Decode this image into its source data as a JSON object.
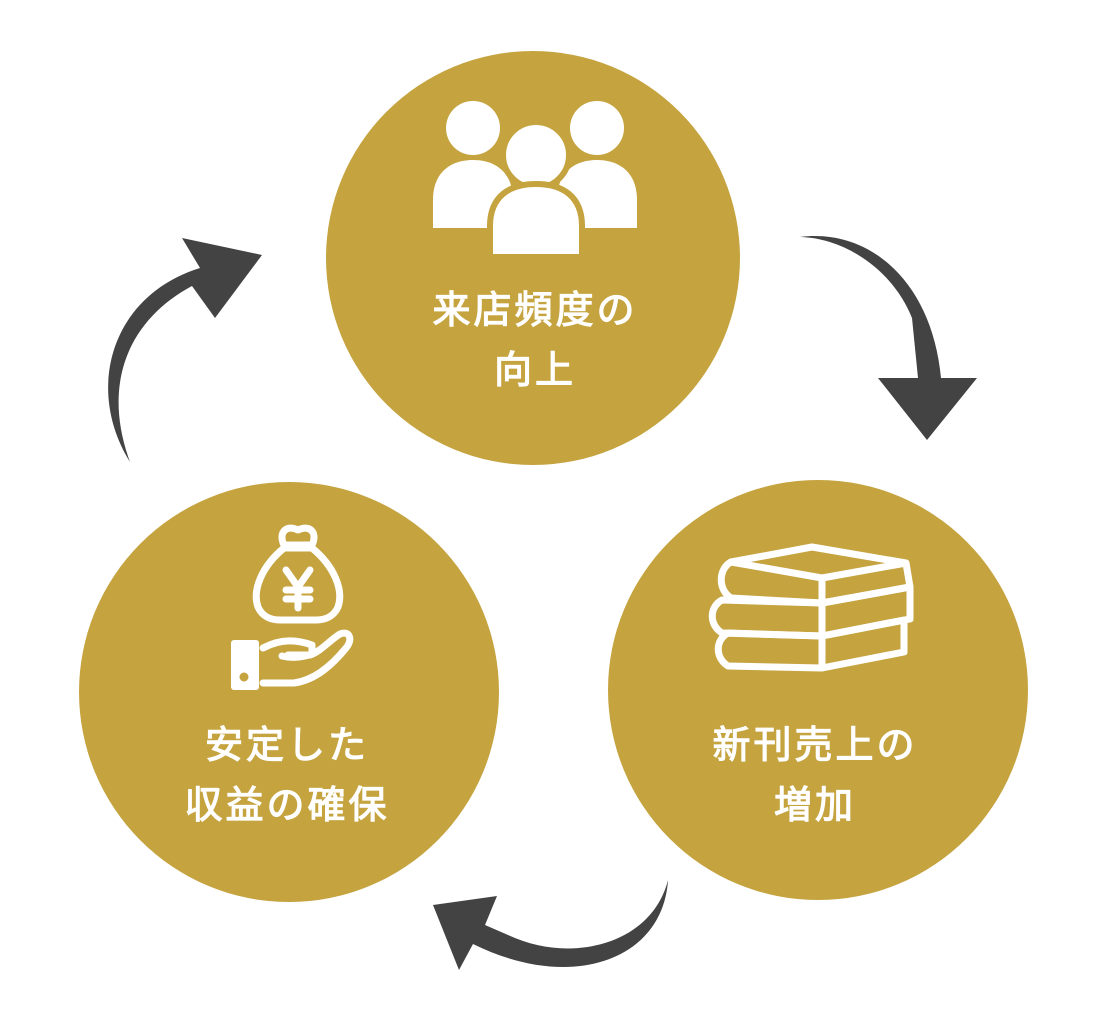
{
  "diagram": {
    "colors": {
      "circle_fill": "#C5A33F",
      "arrow_fill": "#434343",
      "icon_fill": "#FFFFFF",
      "label_color": "#FFFFFF",
      "background": "#FFFFFF"
    },
    "nodes": [
      {
        "id": "visit-frequency",
        "icon": "people-group-icon",
        "label_lines": [
          "来店頻度の",
          "向上"
        ]
      },
      {
        "id": "new-release-sales",
        "icon": "book-stack-icon",
        "label_lines": [
          "新刊売上の",
          "増加"
        ]
      },
      {
        "id": "stable-revenue",
        "icon": "money-bag-hand-icon",
        "label_lines": [
          "安定した",
          "収益の確保"
        ]
      }
    ],
    "arrows": [
      {
        "from": "visit-frequency",
        "to": "new-release-sales",
        "icon": "curved-arrow-icon"
      },
      {
        "from": "new-release-sales",
        "to": "stable-revenue",
        "icon": "curved-arrow-icon"
      },
      {
        "from": "stable-revenue",
        "to": "visit-frequency",
        "icon": "curved-arrow-icon"
      }
    ]
  }
}
